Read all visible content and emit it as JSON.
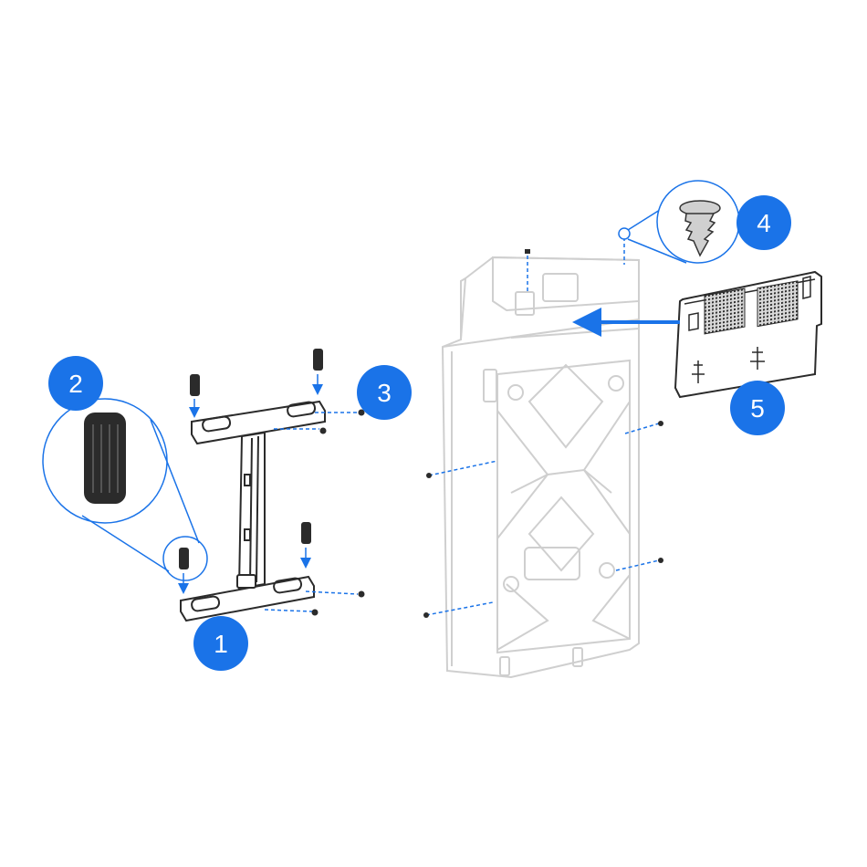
{
  "callouts": [
    {
      "id": "1",
      "label": "1"
    },
    {
      "id": "2",
      "label": "2"
    },
    {
      "id": "3",
      "label": "3"
    },
    {
      "id": "4",
      "label": "4"
    },
    {
      "id": "5",
      "label": "5"
    }
  ],
  "colors": {
    "accent": "#1a73e8",
    "part_dark": "#2b2b2b",
    "part_light": "#d9d9d9",
    "background": "#ffffff"
  },
  "icons": {
    "bracket": "wall-mount-bracket",
    "pad": "rubber-foot-pad",
    "screw": "screw",
    "plug": "wall-anchor-plug",
    "panel": "device-back-panel",
    "module": "cable-cover-module"
  }
}
